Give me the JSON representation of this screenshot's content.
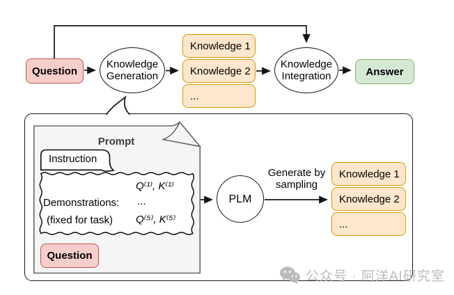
{
  "top_flow": {
    "question_label": "Question",
    "generation_label": "Knowledge Generation",
    "knowledge_items": [
      "Knowledge 1",
      "Knowledge 2",
      "..."
    ],
    "integration_label": "Knowledge Integration",
    "answer_label": "Answer"
  },
  "prompt_panel": {
    "title": "Prompt",
    "instruction_label": "Instruction",
    "demonstrations": {
      "pair_1": "Q⁽¹⁾, K⁽¹⁾",
      "label": "Demonstrations:",
      "ellipsis": "...",
      "sub_label": "(fixed for task)",
      "pair_5": "Q⁽⁵⁾, K⁽⁵⁾"
    },
    "question_label": "Question",
    "plm_label": "PLM",
    "arrow_label": "Generate by sampling",
    "knowledge_items": [
      "Knowledge 1",
      "Knowledge 2",
      "..."
    ]
  },
  "watermark": {
    "text": "公众号 · 阿洋AI研究室",
    "icon": "wechat-icon"
  },
  "colors": {
    "pink_fill": "#f8cecc",
    "pink_border": "#b85450",
    "orange_fill": "#ffe6cc",
    "orange_border": "#d79b00",
    "green_fill": "#d5e8d4",
    "green_border": "#82b366",
    "note_fill": "#f5f5f5",
    "note_border": "#666666",
    "line": "#141414",
    "watermark_gray": "#b9b9b9"
  }
}
